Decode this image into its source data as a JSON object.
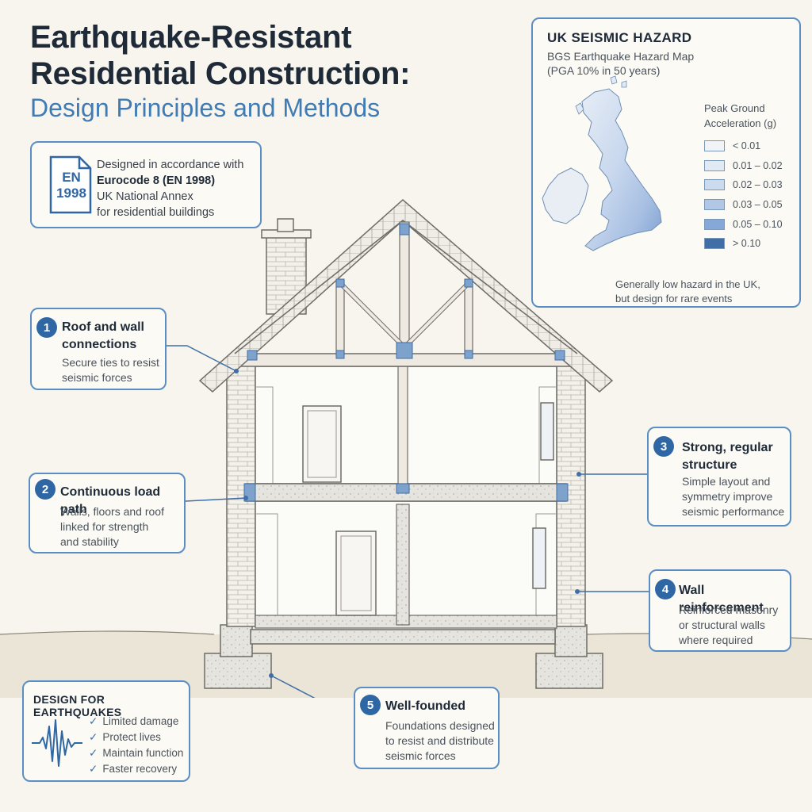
{
  "header": {
    "title_line1": "Earthquake-Resistant",
    "title_line2": "Residential Construction:",
    "subtitle": "Design Principles and Methods"
  },
  "standard": {
    "icon_line1": "EN",
    "icon_line2": "1998",
    "line1": "Designed in accordance with",
    "line2": "Eurocode 8 (EN 1998)",
    "line3": "UK National Annex",
    "line4": "for residential buildings"
  },
  "map": {
    "title": "UK SEISMIC HAZARD",
    "subtitle_line1": "BGS Earthquake Hazard Map",
    "subtitle_line2": "(PGA 10% in 50 years)",
    "legend_title_line1": "Peak Ground",
    "legend_title_line2": "Acceleration (g)",
    "legend": [
      {
        "label": "< 0.01",
        "color": "#f1f3f6"
      },
      {
        "label": "0.01 – 0.02",
        "color": "#e1e9f4"
      },
      {
        "label": "0.02 – 0.03",
        "color": "#ccdaee"
      },
      {
        "label": "0.03 – 0.05",
        "color": "#b1c7e6"
      },
      {
        "label": "0.05 – 0.10",
        "color": "#86a8d6"
      },
      {
        "label": "> 0.10",
        "color": "#3f6fa6"
      }
    ],
    "note_line1": "Generally low hazard in the UK,",
    "note_line2": "but design for rare events"
  },
  "callouts": [
    {
      "num": "1",
      "head_line1": "Roof and wall",
      "head_line2": "connections",
      "body_line1": "Secure ties to resist",
      "body_line2": "seismic forces",
      "body_line3": ""
    },
    {
      "num": "2",
      "head_line1": "Continuous load path",
      "head_line2": "",
      "body_line1": "Walls, floors and roof",
      "body_line2": "linked for strength",
      "body_line3": "and stability"
    },
    {
      "num": "3",
      "head_line1": "Strong, regular",
      "head_line2": "structure",
      "body_line1": "Simple layout and",
      "body_line2": "symmetry improve",
      "body_line3": "seismic performance"
    },
    {
      "num": "4",
      "head_line1": "Wall reinforcement",
      "head_line2": "",
      "body_line1": "Reinforced masonry",
      "body_line2": "or structural walls",
      "body_line3": "where required"
    },
    {
      "num": "5",
      "head_line1": "Well-founded",
      "head_line2": "",
      "body_line1": "Foundations designed",
      "body_line2": "to resist and distribute",
      "body_line3": "seismic forces"
    }
  ],
  "design_box": {
    "title": "DESIGN FOR EARTHQUAKES",
    "items": [
      "Limited damage",
      "Protect lives",
      "Maintain function",
      "Faster recovery"
    ]
  },
  "colors": {
    "accent": "#2f67a5",
    "border": "#5b8fc4",
    "background": "#f8f5ee",
    "title": "#1f2a38",
    "subtitle": "#3f7bb4"
  },
  "icons": [
    "document-icon",
    "seismograph-icon",
    "check-icon",
    "house-section-illustration",
    "uk-map-illustration"
  ]
}
